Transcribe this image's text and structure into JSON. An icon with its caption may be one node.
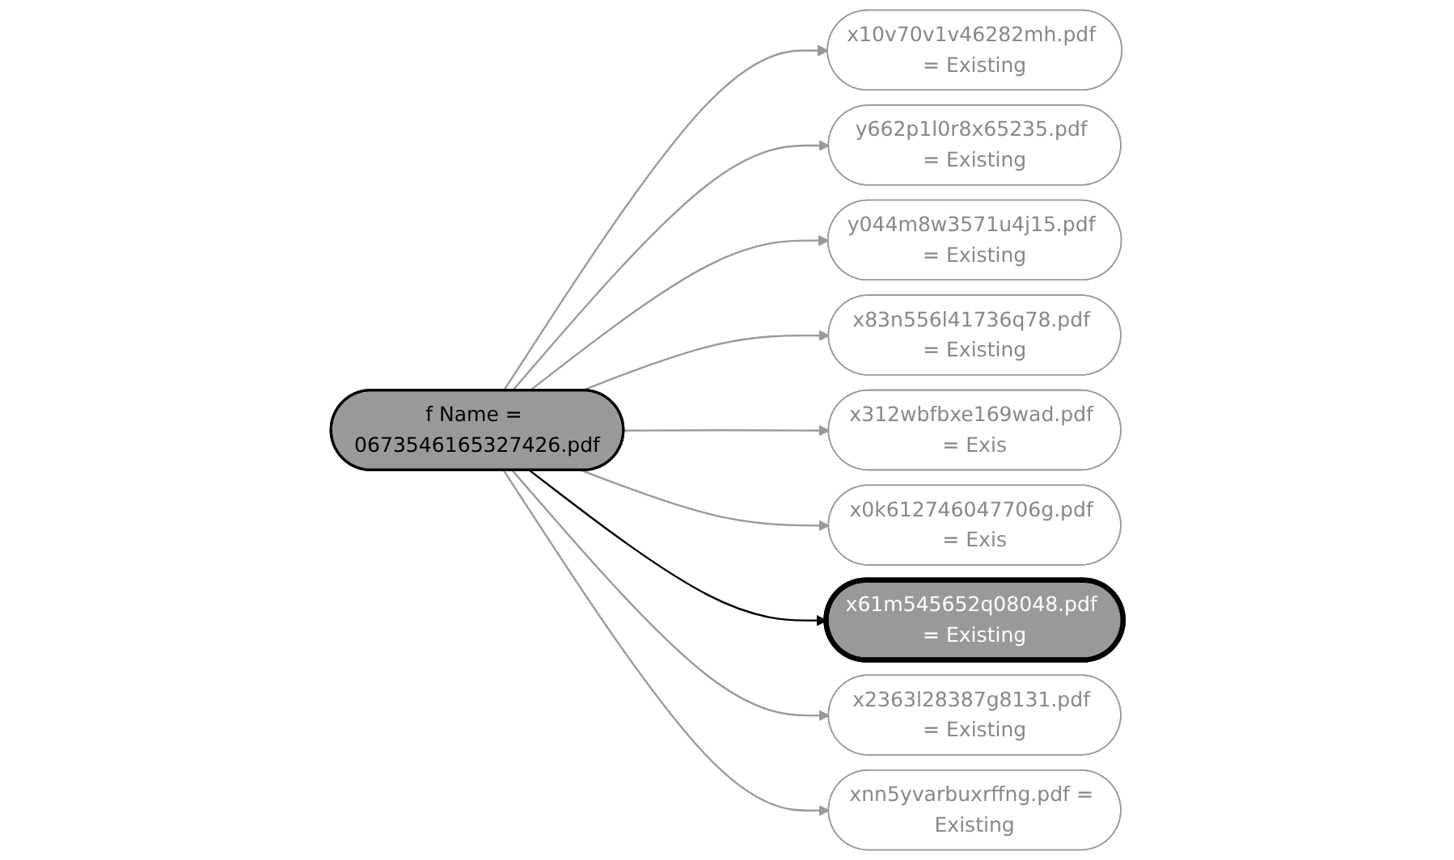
{
  "diagram": {
    "nodes": [
      {
        "text": [
          "x10v70v1v46282mh.pdf = Existing"
        ]
      },
      {
        "text": [
          "y662p1l0r8x65235.pdf = Existing"
        ]
      },
      {
        "text": [
          "y044m8w3571u4j15.pdf = Existing"
        ]
      },
      {
        "text": [
          "x83n556l41736q78.pdf = Existing"
        ]
      },
      {
        "text": [
          "x312wbfbxe169wad.pdf = Exis"
        ]
      },
      {
        "text": [
          "f Name = 0673546165327426.pdf"
        ]
      },
      {
        "text": [
          "x0k612746047706g.pdf = Exis"
        ]
      },
      {
        "text": [
          "x61m545652q08048.pdf = Existing"
        ]
      },
      {
        "text": [
          "x2363l28387g8131.pdf = Existing"
        ]
      },
      {
        "text": [
          "xnn5yvarbuxrffng.pdf = Existing"
        ]
      }
    ],
    "edges": [
      {
        "from": 5,
        "to": 0,
        "arrow": "to"
      },
      {
        "from": 5,
        "to": 1,
        "arrow": "to"
      },
      {
        "from": 5,
        "to": 2,
        "arrow": "to"
      },
      {
        "from": 5,
        "to": 3,
        "arrow": "to"
      },
      {
        "from": 5,
        "to": 4,
        "arrow": "to"
      },
      {
        "from": 5,
        "to": 6,
        "arrow": "to"
      },
      {
        "from": 5,
        "to": 7,
        "arrow": "to",
        "color": "#000000"
      },
      {
        "from": 5,
        "to": 8,
        "arrow": "to"
      },
      {
        "from": 5,
        "to": 9,
        "arrow": "to"
      }
    ]
  }
}
